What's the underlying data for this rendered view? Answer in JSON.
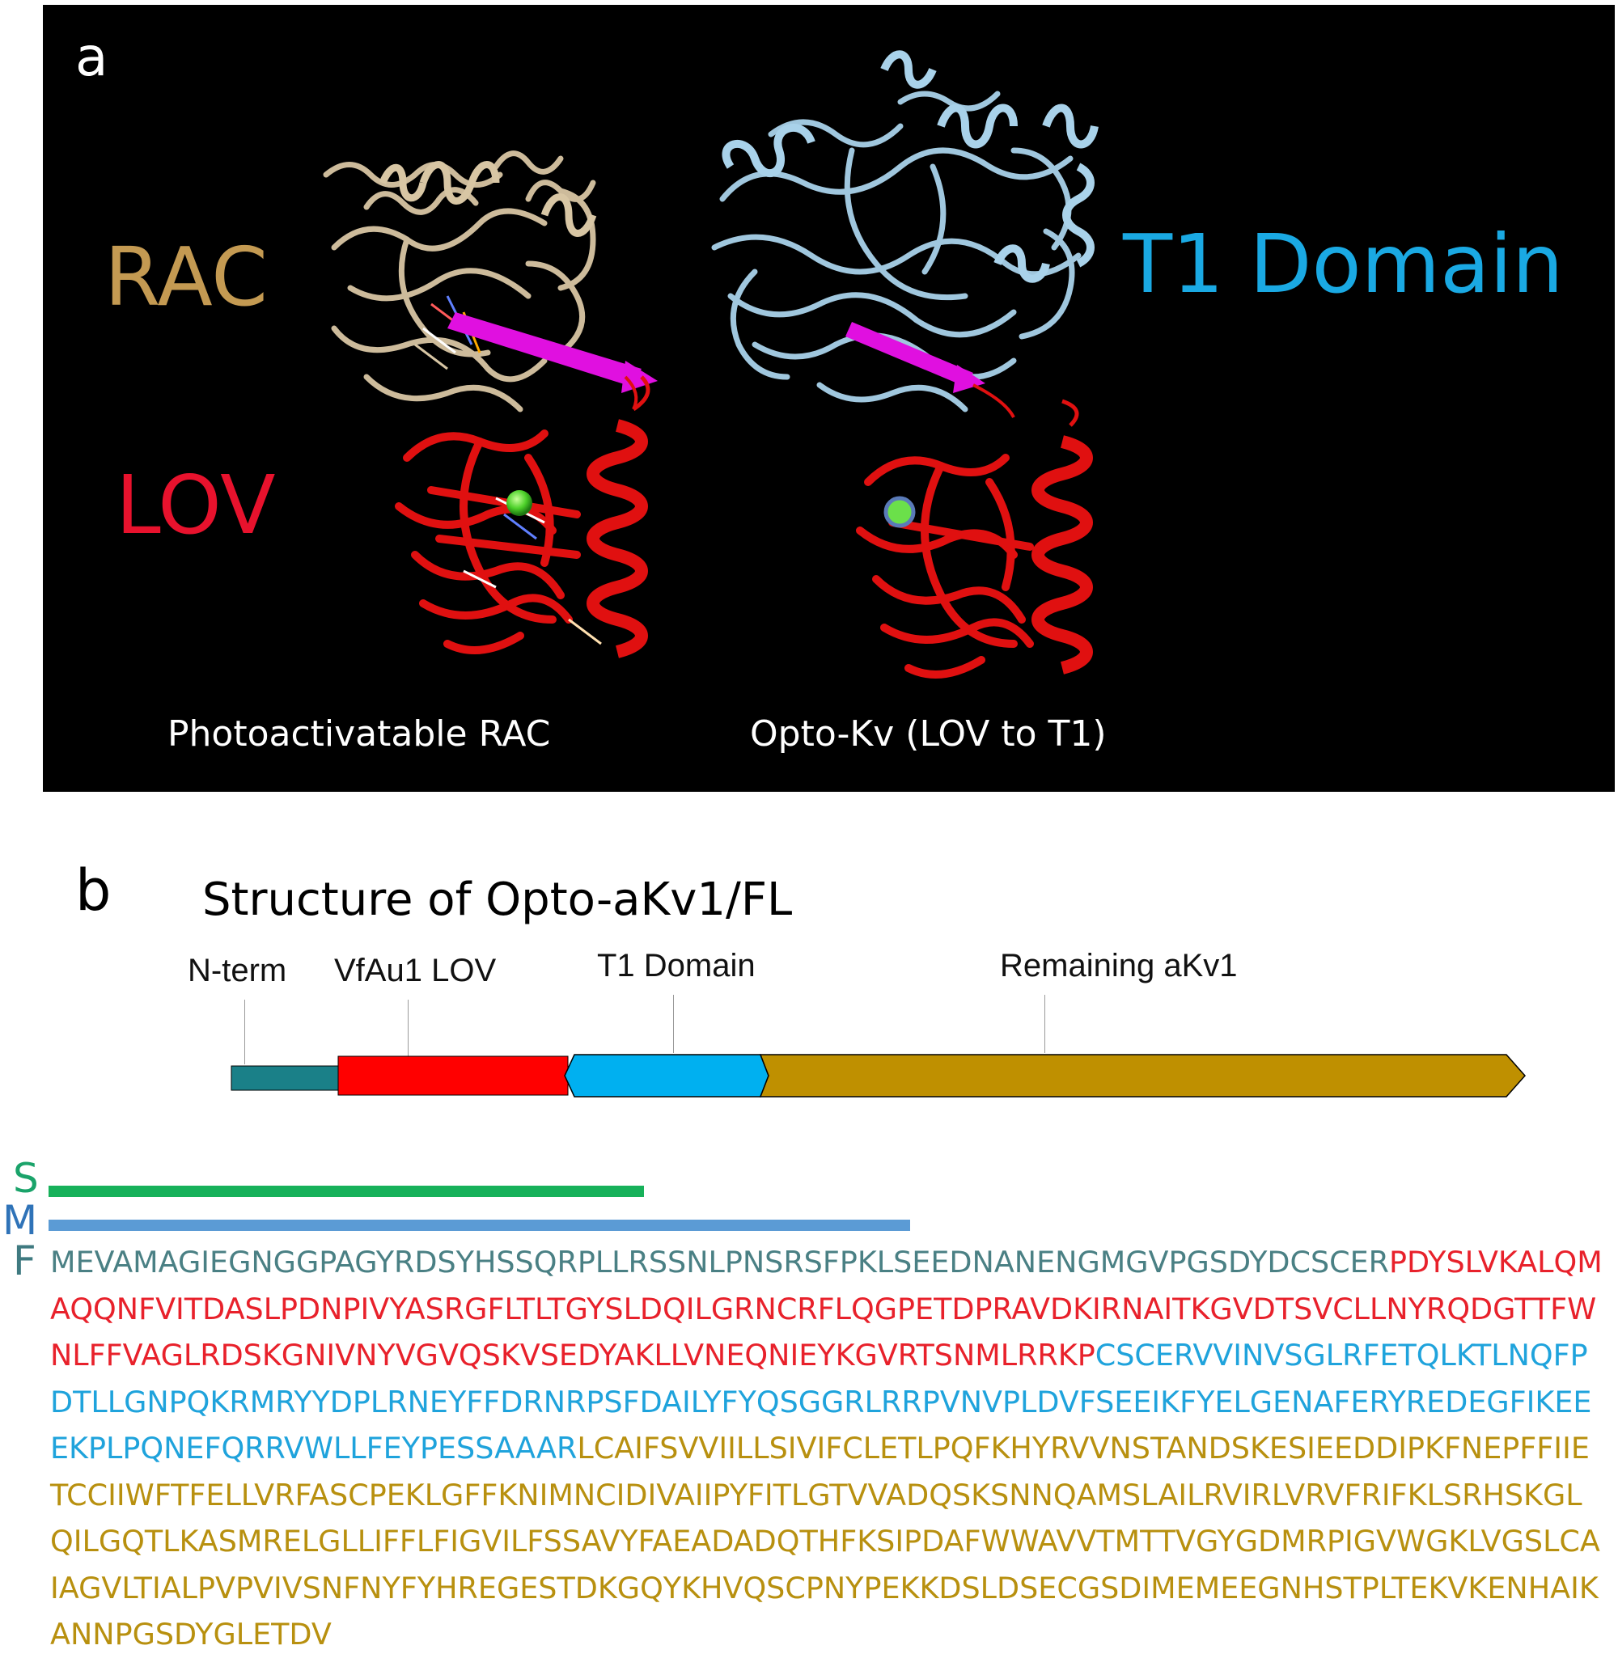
{
  "panel_a": {
    "letter": "a",
    "rac_label": "RAC",
    "lov_label": "LOV",
    "t1_label": "T1 Domain",
    "caption_left": "Photoactivatable RAC",
    "caption_right": "Opto-Kv (LOV to T1)",
    "colors": {
      "background": "#000000",
      "rac": "#c49a52",
      "lov": "#e8122d",
      "t1": "#1aa9e3",
      "rac_ribbon": "#d8c6a4",
      "t1_ribbon": "#a9d2ea",
      "lov_ribbon": "#e01010",
      "strand": "#e010e0",
      "chromophore": "#6be04a"
    }
  },
  "panel_b": {
    "letter": "b",
    "title": "Structure of Opto-aKv1/FL",
    "segments": [
      {
        "label": "N-term",
        "color": "#1a8088"
      },
      {
        "label": "VfAu1 LOV",
        "color": "#ff0000"
      },
      {
        "label": "T1 Domain",
        "color": "#00b0f0"
      },
      {
        "label": "Remaining aKv1",
        "color": "#bf9000"
      }
    ],
    "bars": [
      {
        "letter": "S",
        "color": "#17b15a",
        "letter_color": "#1aa36a"
      },
      {
        "letter": "M",
        "color": "#5b9bd5",
        "letter_color": "#2f73b8"
      },
      {
        "letter": "F",
        "color": "#3f7a80",
        "letter_color": "#3f7a80"
      }
    ],
    "sequence": [
      {
        "region": "N-term",
        "color": "#4a8084",
        "text": "MEVAMAGIEGNGGPAGYRDSYHSSQRPLLRSSNLPNSRSFPKLSEEDNANENGMGVPGSDYDCSCER"
      },
      {
        "region": "VfAu1 LOV",
        "color": "#e8212b",
        "text": "PDYSLVKALQMAQQNFVITDASLPDNPIVYASRGFLTLTGYSLDQILGRNCRFLQGPETDPRAVDKIRNAITKGVDTSVCLLNYRQDGTTFWNLFFVAGLRDSKGNIVNYVGVQSKVSEDYAKLLVNEQNIEYKGVRTSNMLRRKP"
      },
      {
        "region": "T1 Domain",
        "color": "#1fa3dc",
        "text": "CSCERVVINVSGLRFETQLKTLNQFPDTLLGNPQKRMRYYDPLRNEYFFDRNRPSFDAILYFYQSGGRLRRPVNVPLDVFSEEIKFYELGENAFERYREDEGFIKEEEKPLPQNEFQRRVWLLFEYPESSAAAR"
      },
      {
        "region": "Remaining aKv1",
        "color": "#b8900f",
        "text": "LCAIFSVVIILLSIVIFCLETLPQFKHYRVVNSTANDSKESIEEDDIPKFNEPFFIIETCCIIWFTFELLVRFASCPEKLGFFKNIMNCIDIVAIIPYFITLGTVVADQSKSNNQAMSLAILRVIRLVRVFRIFKLSRHSKGLQILGQTLKASMRELGLLIFFLFIGVILFSSAVYFAEADADQTHFKSIPDAFWWAVVTMTTVGYGDMRPIGVWGKLVGSLCAIAGVLTIALPVPVIVSNFNYFYHREGESTDKGQYKHVQSCPNYPEKKDSLDSECGSDIMEMEEGNHSTPLTEKVKENHAIKANNPGSDYGLETDV"
      }
    ]
  }
}
